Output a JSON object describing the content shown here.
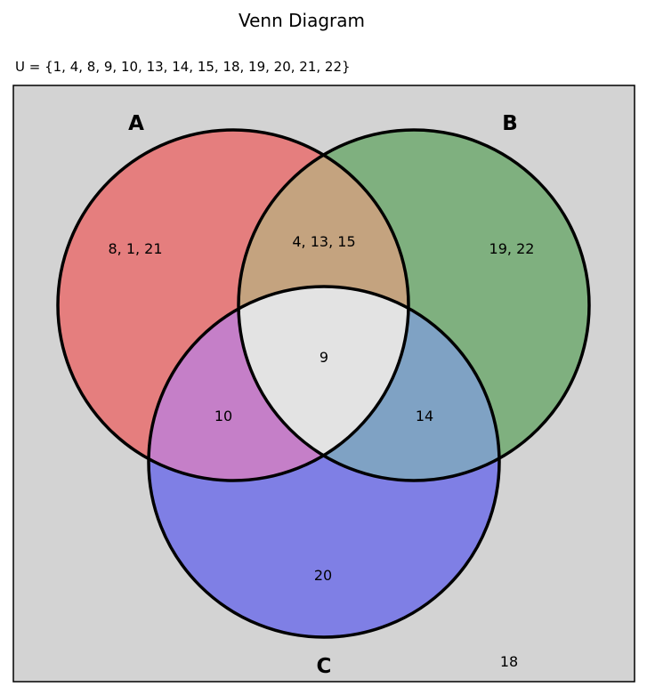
{
  "title": "Venn Diagram",
  "universe_label": "U = {1, 4, 8, 9, 10, 13, 14, 15, 18, 19, 20, 21, 22}",
  "sets": {
    "A": {
      "name": "A",
      "color": "#e06666"
    },
    "B": {
      "name": "B",
      "color": "#6aa36a"
    },
    "C": {
      "name": "C",
      "color": "#6666e0"
    }
  },
  "regions": {
    "a_only": "8, 1, 21",
    "b_only": "19, 22",
    "ab_only": "4, 13, 15",
    "abc": "9",
    "ac_only": "10",
    "bc_only": "14",
    "c_only": "20",
    "outside": "18"
  },
  "colors": {
    "background": "#d3d3d3",
    "a_region": "#e57e7e",
    "b_region": "#7fb07f",
    "c_region": "#7f7fe5",
    "ab_region": "#c4a37f",
    "ac_region": "#c57fc8",
    "bc_region": "#7fa2c4",
    "abc_region": "#e3e3e3"
  }
}
